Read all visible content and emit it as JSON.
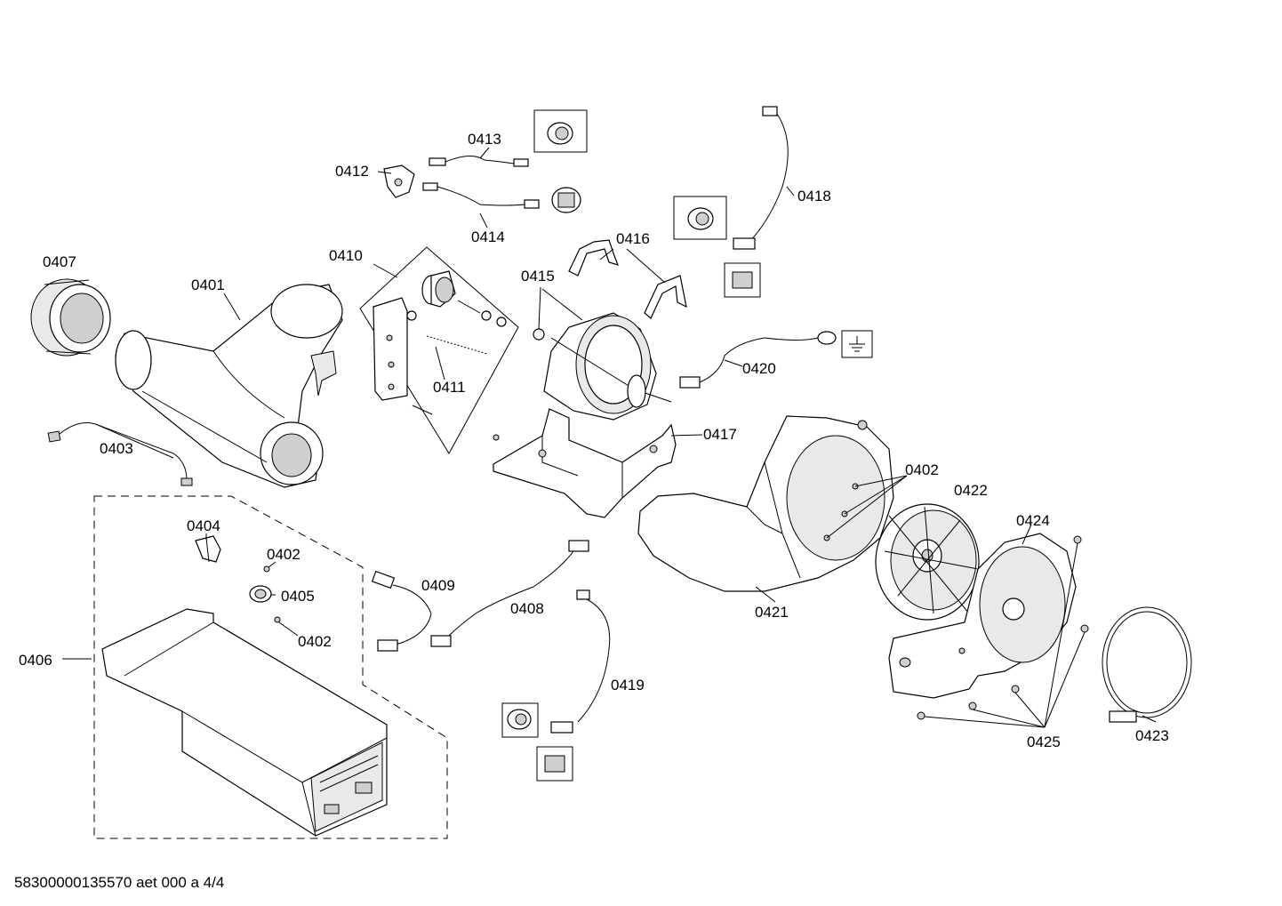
{
  "labels": {
    "p0401": "0401",
    "p0402a": "0402",
    "p0402b": "0402",
    "p0402c": "0402",
    "p0403": "0403",
    "p0404": "0404",
    "p0405": "0405",
    "p0406": "0406",
    "p0407": "0407",
    "p0408": "0408",
    "p0409": "0409",
    "p0410": "0410",
    "p0411": "0411",
    "p0412": "0412",
    "p0413": "0413",
    "p0414": "0414",
    "p0415": "0415",
    "p0416": "0416",
    "p0417": "0417",
    "p0418": "0418",
    "p0419": "0419",
    "p0420": "0420",
    "p0421": "0421",
    "p0422": "0422",
    "p0423": "0423",
    "p0424": "0424",
    "p0425": "0425"
  },
  "footer": "58300000135570 aet 000 a 4/4"
}
